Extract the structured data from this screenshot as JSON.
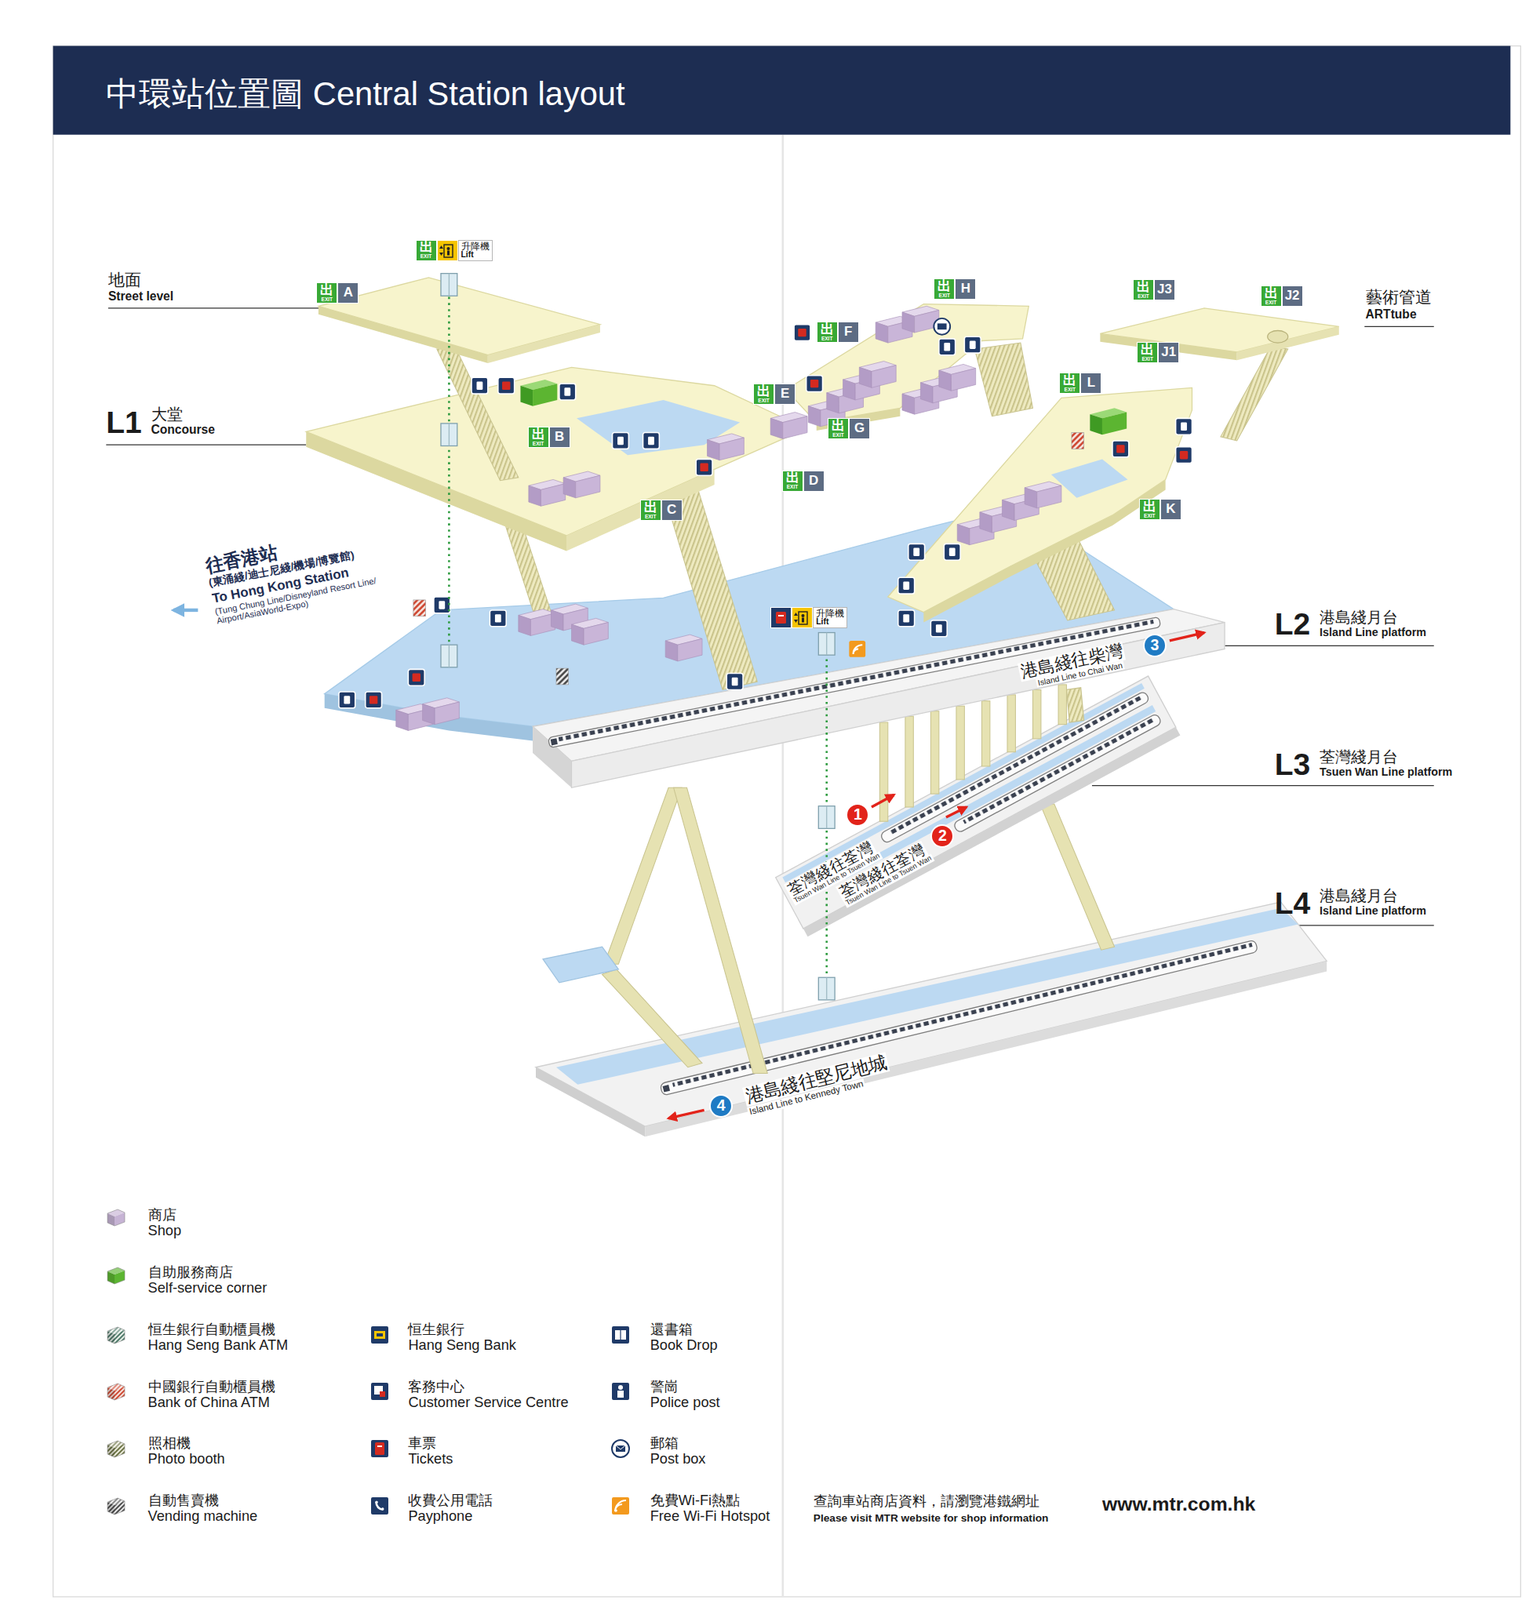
{
  "diagram": {
    "title": "中環站位置圖 Central Station layout",
    "nodes": [
      {
        "text": [
          "出",
          "EXIT",
          "升降機",
          "Lift"
        ]
      },
      {
        "text": [
          "出",
          "EXIT",
          "A"
        ]
      },
      {
        "text": [
          "出",
          "EXIT",
          "H"
        ]
      },
      {
        "text": [
          "出",
          "EXIT",
          "J3"
        ]
      },
      {
        "text": [
          "出",
          "EXIT",
          "J2"
        ]
      },
      {
        "text": [
          "出",
          "EXIT",
          "F"
        ]
      },
      {
        "text": [
          "出",
          "EXIT",
          "J1"
        ]
      },
      {
        "text": [
          "出",
          "EXIT",
          "L"
        ]
      },
      {
        "text": [
          "出",
          "EXIT",
          "E"
        ]
      },
      {
        "text": [
          "出",
          "EXIT",
          "B"
        ]
      },
      {
        "text": [
          "出",
          "EXIT",
          "G"
        ]
      },
      {
        "text": [
          "出",
          "EXIT",
          "D"
        ]
      },
      {
        "text": [
          "出",
          "EXIT",
          "C"
        ]
      },
      {
        "text": [
          "出",
          "EXIT",
          "K"
        ]
      },
      {
        "text": [
          "升降機",
          "Lift"
        ]
      },
      {
        "text": [
          "3"
        ]
      },
      {
        "text": [
          "1"
        ]
      },
      {
        "text": [
          "2"
        ]
      },
      {
        "text": [
          "4"
        ]
      }
    ],
    "labels": [
      "地面",
      "Street level",
      "L1",
      "大堂",
      "Concourse",
      "藝術管道",
      "ARTtube",
      "往香港站",
      "(東涌綫/迪士尼綫/機場/博覽館)",
      "To Hong Kong Station",
      "(Tung Chung Line/Disneyland Resort Line/ Airport/AsiaWorld-Expo)",
      "L2",
      "港島綫月台",
      "Island Line platform",
      "港島綫往柴灣",
      "Island Line to Chai Wan",
      "L3",
      "荃灣綫月台",
      "Tsuen Wan Line platform",
      "荃灣綫往荃灣",
      "Tsuen Wan Line to Tsuen Wan",
      "荃灣綫往荃灣",
      "Tsuen Wan Line to Tsuen Wan",
      "L4",
      "港島綫月台",
      "Island Line platform",
      "港島綫往堅尼地城",
      "Island Line to Kennedy Town",
      "查詢車站商店資料，請瀏覽港鐵網址",
      "Please visit MTR website for shop information",
      "www.mtr.com.hk"
    ],
    "legend": [
      {
        "text": "商店 Shop",
        "color": "#c6b3d4"
      },
      {
        "text": "自助服務商店 Self-service corner",
        "color": "#5cb531"
      },
      {
        "text": "恒生銀行自動櫃員機 Hang Seng Bank ATM"
      },
      {
        "text": "中國銀行自動櫃員機 Bank of China ATM"
      },
      {
        "text": "照相機 Photo booth"
      },
      {
        "text": "自動售賣機 Vending machine"
      },
      {
        "text": "恒生銀行 Hang Seng Bank"
      },
      {
        "text": "客務中心 Customer Service Centre"
      },
      {
        "text": "車票 Tickets"
      },
      {
        "text": "收費公用電話 Payphone"
      },
      {
        "text": "還書箱 Book Drop"
      },
      {
        "text": "警崗 Police post"
      },
      {
        "text": "郵箱 Post box"
      },
      {
        "text": "免費Wi-Fi熱點 Free Wi-Fi Hotspot"
      }
    ]
  }
}
